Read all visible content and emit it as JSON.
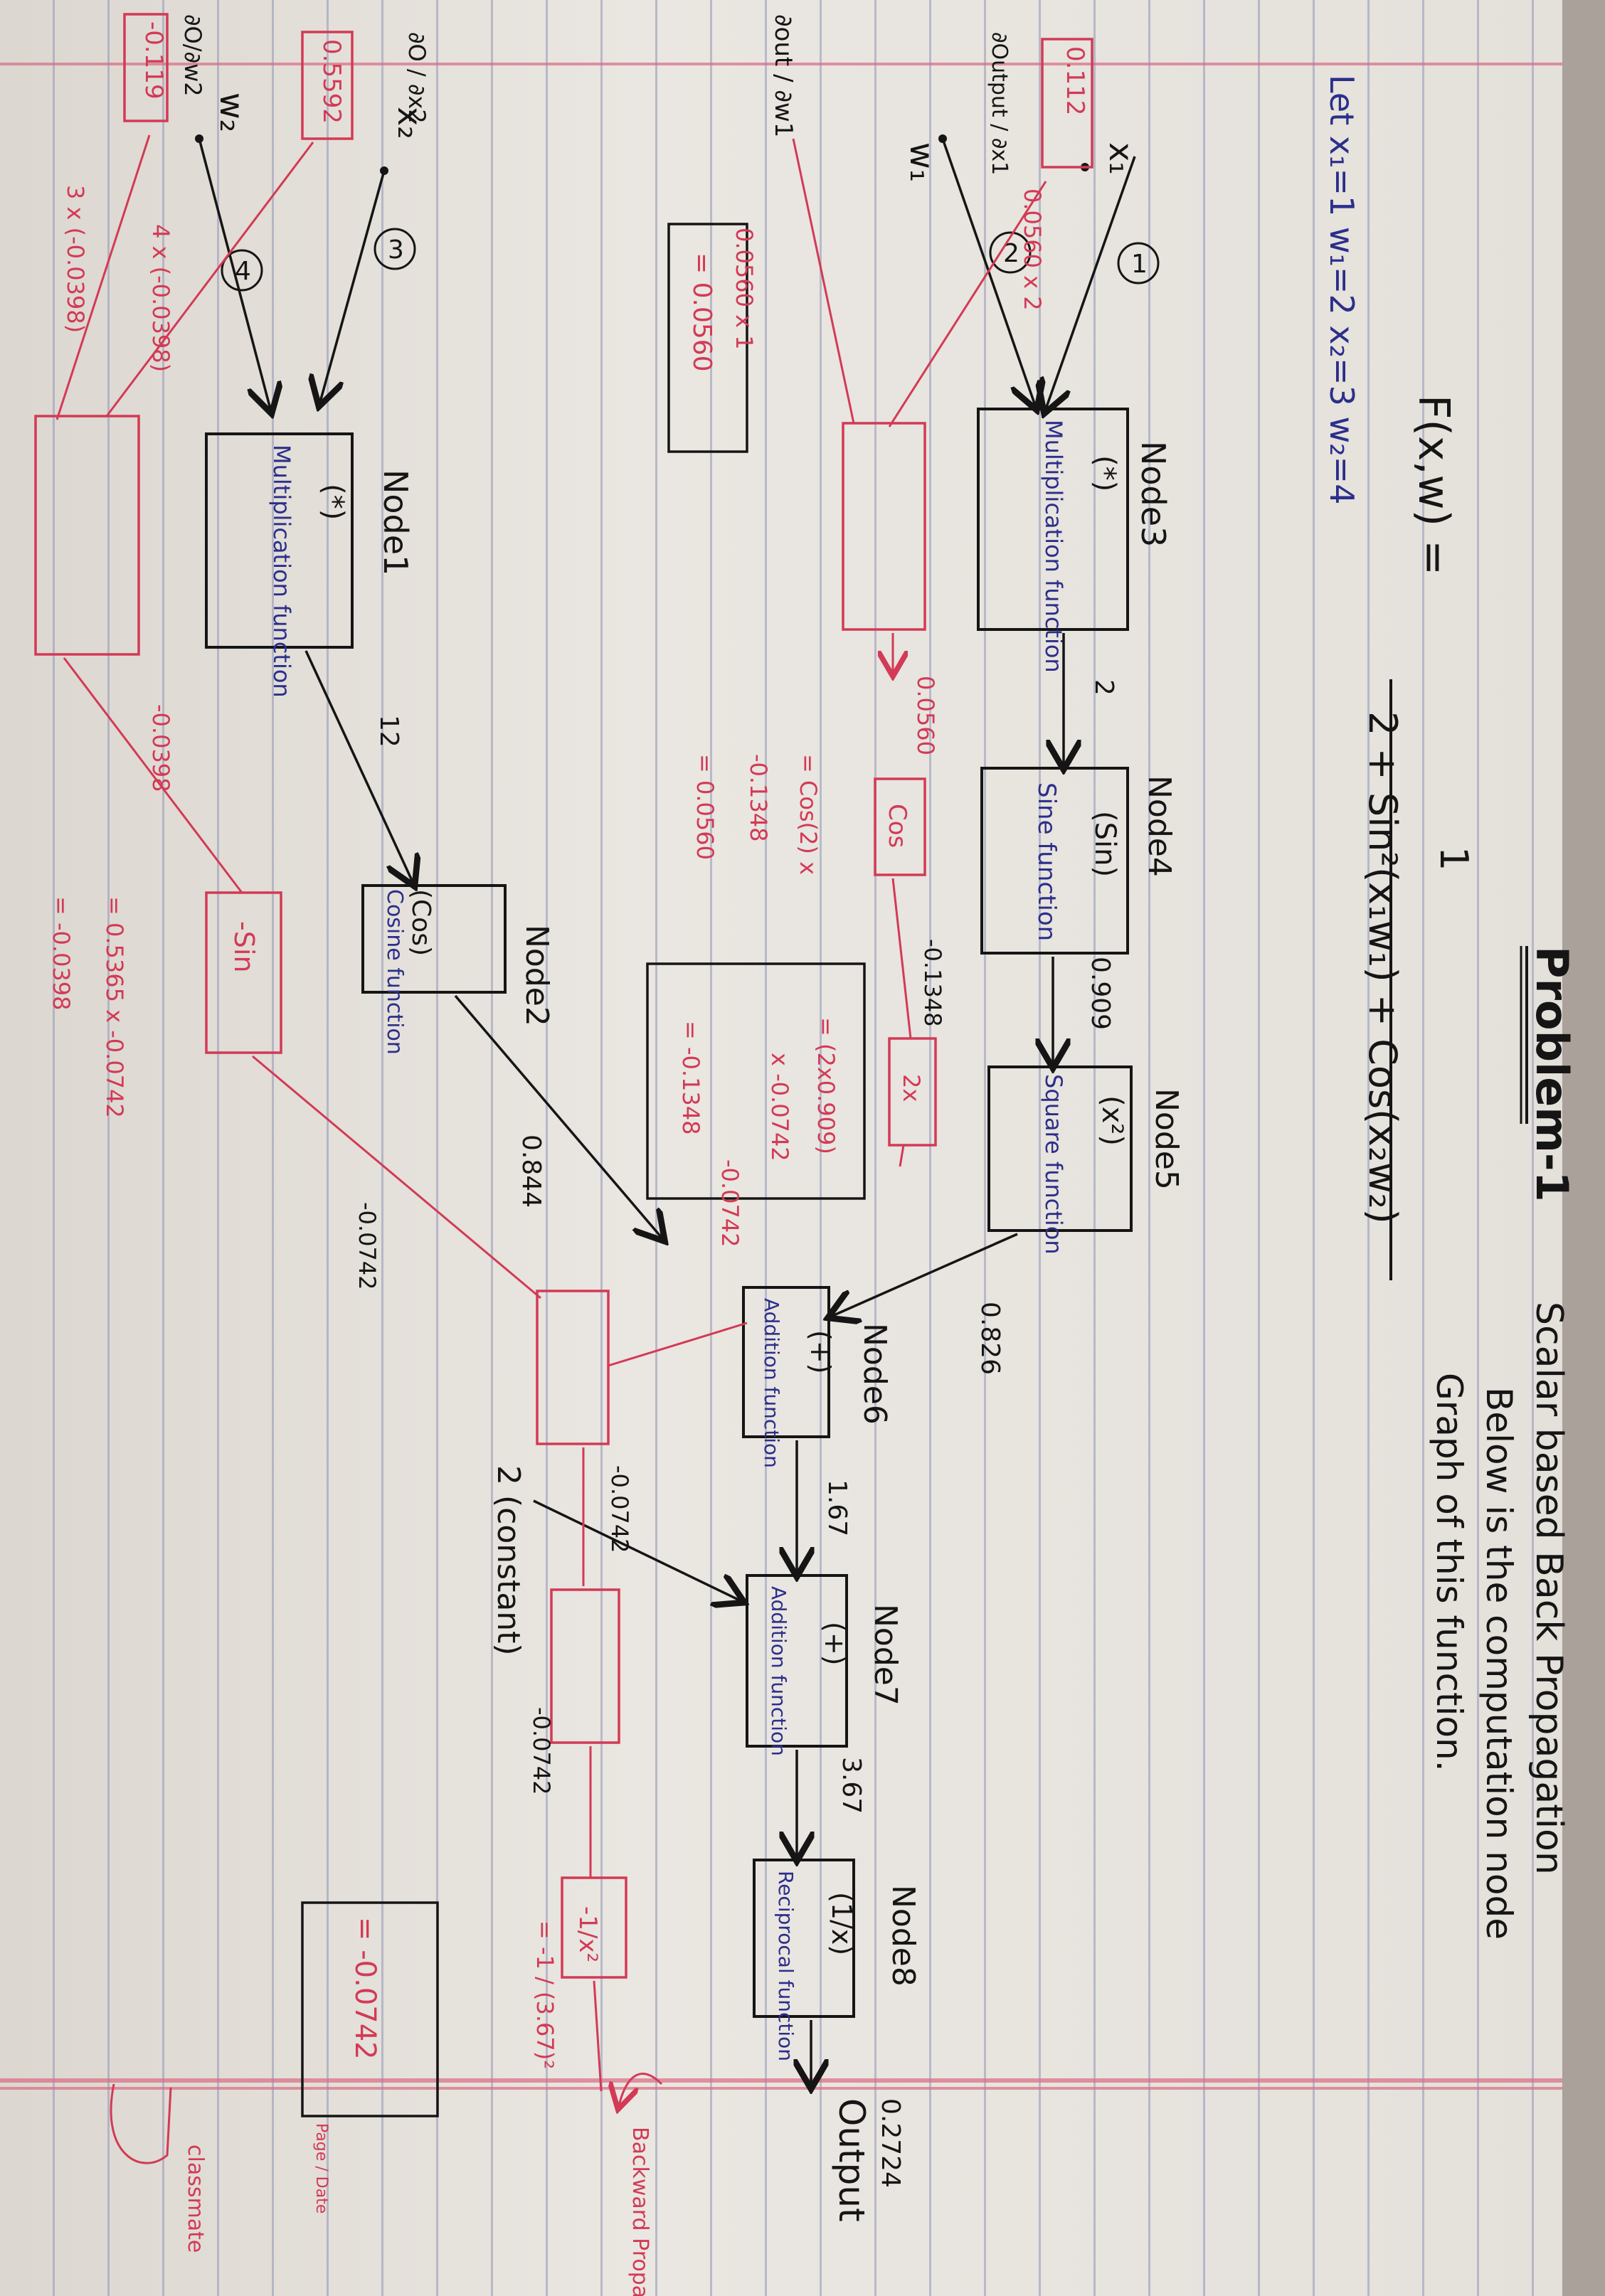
{
  "title": "Problem-1",
  "subtitle_1": "Scalar based Back Propagation",
  "subtitle_2": "Below is the computation node",
  "subtitle_3": "Graph of this function.",
  "function_lhs": "F(x,w) =",
  "function_numerator": "1",
  "function_denominator": "2 + Sin²(x₁w₁) + Cos(x₂w₂)",
  "given": "Let x₁=1  w₁=2  x₂=3  w₂=4",
  "inputs": {
    "x1": "x₁",
    "w1": "w₁",
    "x2": "x₂",
    "w2": "w₂",
    "edge_1": "1",
    "edge_2": "2",
    "edge_3": "3",
    "edge_4": "4"
  },
  "nodes": {
    "node1": {
      "name": "Node1",
      "op": "(*)",
      "desc": "Multiplication function"
    },
    "node2": {
      "name": "Node2",
      "op": "(Cos)",
      "desc": "Cosine function"
    },
    "node3": {
      "name": "Node3",
      "op": "(*)",
      "desc": "Multiplication function"
    },
    "node4": {
      "name": "Node4",
      "op": "(Sin)",
      "desc": "Sine function"
    },
    "node5": {
      "name": "Node5",
      "op": "(x²)",
      "desc": "Square function"
    },
    "node6": {
      "name": "Node6",
      "op": "(+)",
      "desc": "Addition function"
    },
    "node7": {
      "name": "Node7",
      "op": "(+)",
      "desc": "Addition function"
    },
    "node8": {
      "name": "Node8",
      "op": "(1/x)",
      "desc": "Reciprocal function"
    }
  },
  "forward_values": {
    "n1_out": "12",
    "n3_out": "2",
    "n4_out": "0.909",
    "n2_out": "0.844",
    "n5_out": "0.826",
    "n6_out": "1.67",
    "n7_out": "3.67",
    "output_value": "0.2724",
    "output_label": "Output",
    "constant": "2 (constant)"
  },
  "backward": {
    "label": "Backward Propagation",
    "d_out_dw1": "∂out / ∂w1",
    "d_out_dx1": "∂Output / ∂x1",
    "d_out_dx2": "∂O / ∂x2",
    "d_out_dw2": "∂O/∂w2",
    "val_x1": "0.112",
    "val_x2": "0.5592",
    "val_w2": "-0.119",
    "dw1_expr": "0.0560 x 1",
    "dw1_result": "= 0.0560",
    "dx1_expr": "0.0560 x 2",
    "dw2_expr": "3 x (-0.0398)",
    "dx2_expr": "4 x (-0.0398)",
    "cos_box": "Cos",
    "n3_grad": "0.0560",
    "n4_calc_1": "= Cos(2) x",
    "n4_calc_2": "-0.1348",
    "n4_calc_3": "= 0.0560",
    "two_x_box": "2x",
    "n5_grad": "-0.1348",
    "n5_calc_1": "= (2x0.909)",
    "n5_calc_2": "x -0.0742",
    "n5_calc_3": "= -0.1348",
    "n6_grad": "-0.0742",
    "neg_sin_box": "-Sin",
    "n2_grad": "-0.0398",
    "n2_calc_1": "= 0.5365 x -0.0742",
    "n2_calc_2": "= -0.0398",
    "n2_edge_grad": "-0.0742",
    "n7_grad": "-0.0742",
    "recip_box": "-1/x²",
    "n8_calc": "= -1 / (3.67)²",
    "n8_grad": "-0.0742",
    "final_box": "= -0.0742"
  },
  "brand": "classmate",
  "page_label": "Page / Date"
}
